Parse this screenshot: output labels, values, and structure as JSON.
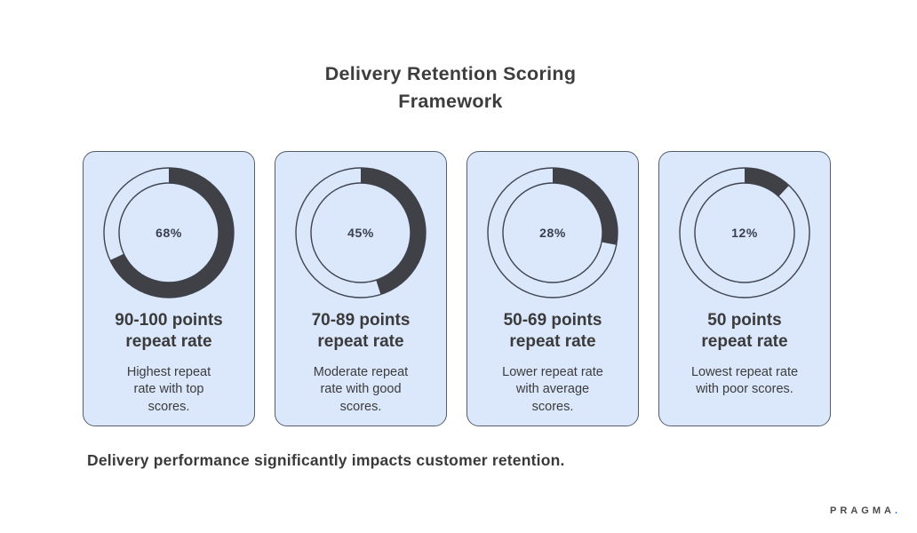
{
  "title": "Delivery Retention Scoring\nFramework",
  "cards": [
    {
      "percent": 68,
      "percent_label": "68%",
      "title": "90-100 points\nrepeat rate",
      "description": "Highest repeat\nrate with top\nscores."
    },
    {
      "percent": 45,
      "percent_label": "45%",
      "title": "70-89 points\nrepeat rate",
      "description": "Moderate repeat\nrate with good\nscores."
    },
    {
      "percent": 28,
      "percent_label": "28%",
      "title": "50-69 points\nrepeat rate",
      "description": "Lower repeat rate\nwith average\nscores."
    },
    {
      "percent": 12,
      "percent_label": "12%",
      "title": "50 points\nrepeat rate",
      "description": "Lowest repeat rate\nwith poor scores."
    }
  ],
  "footer_note": "Delivery performance significantly impacts customer retention.",
  "brand": {
    "name": "PRAGMA",
    "dot": "."
  },
  "colors": {
    "card_bg": "#dbe7fb",
    "card_border": "#565d6a",
    "dark": "#3f4147",
    "accent_blue": "#2e6cea",
    "text": "#3d3d3d"
  },
  "chart_data": {
    "type": "pie",
    "variant": "donut-small-multiples",
    "title": "Delivery Retention Scoring Framework",
    "categories": [
      "90-100 points repeat rate",
      "70-89 points repeat rate",
      "50-69 points repeat rate",
      "50 points repeat rate"
    ],
    "values": [
      68,
      45,
      28,
      12
    ],
    "unit": "%",
    "value_labels": [
      "68%",
      "45%",
      "28%",
      "12%"
    ],
    "annotations": [
      "Highest repeat rate with top scores.",
      "Moderate repeat rate with good scores.",
      "Lower repeat rate with average scores.",
      "Lowest repeat rate with poor scores."
    ],
    "note": "Delivery performance significantly impacts customer retention.",
    "legend_position": "none",
    "arc_start": "top",
    "arc_direction": "clockwise"
  }
}
